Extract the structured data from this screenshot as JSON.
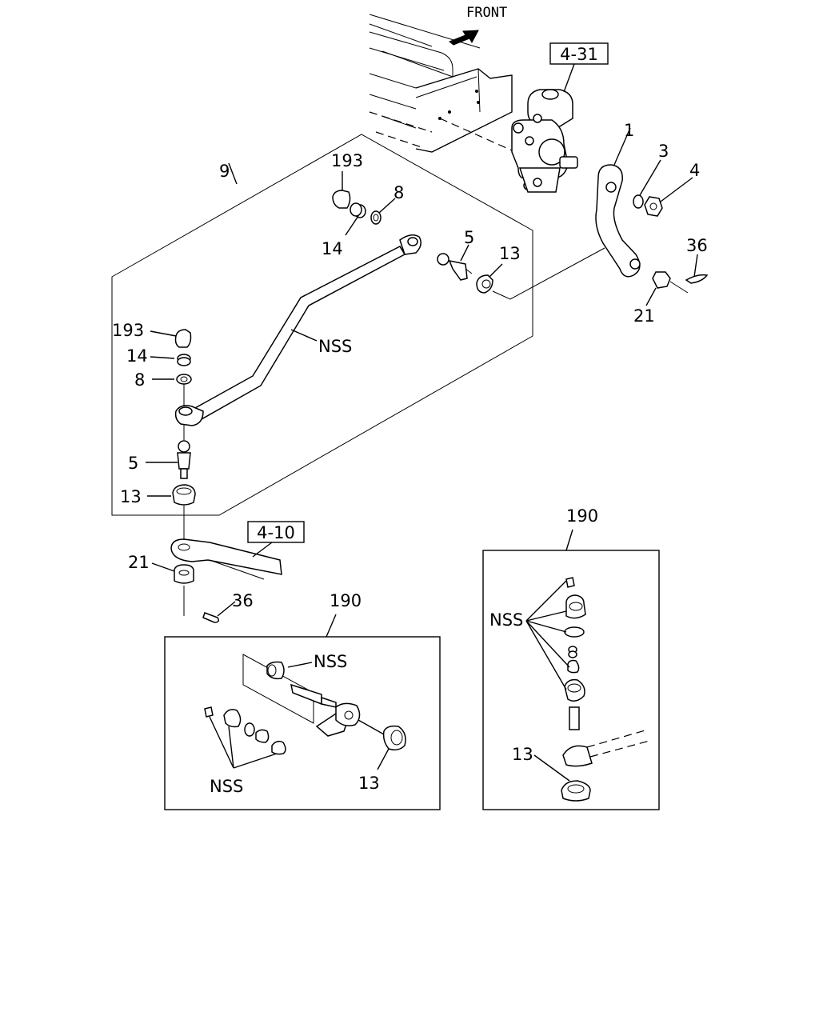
{
  "labels": {
    "front": "FRONT",
    "ref_4_31": "4-31",
    "ref_4_10": "4-10",
    "part_1": "1",
    "part_3": "3",
    "part_4": "4",
    "part_36_top": "36",
    "part_21_top": "21",
    "part_9": "9",
    "part_193_top": "193",
    "part_8_top": "8",
    "part_14_top": "14",
    "part_5_top": "5",
    "part_13_top": "13",
    "nss_rod": "NSS",
    "part_193_left": "193",
    "part_14_left": "14",
    "part_8_left": "8",
    "part_5_left": "5",
    "part_13_left": "13",
    "part_21_bottom": "21",
    "part_36_bottom": "36",
    "kit_190_left": "190",
    "kit_190_left_nss_top": "NSS",
    "kit_190_left_nss_bottom": "NSS",
    "kit_190_left_13": "13",
    "kit_190_right": "190",
    "kit_190_right_nss": "NSS",
    "kit_190_right_13": "13"
  }
}
